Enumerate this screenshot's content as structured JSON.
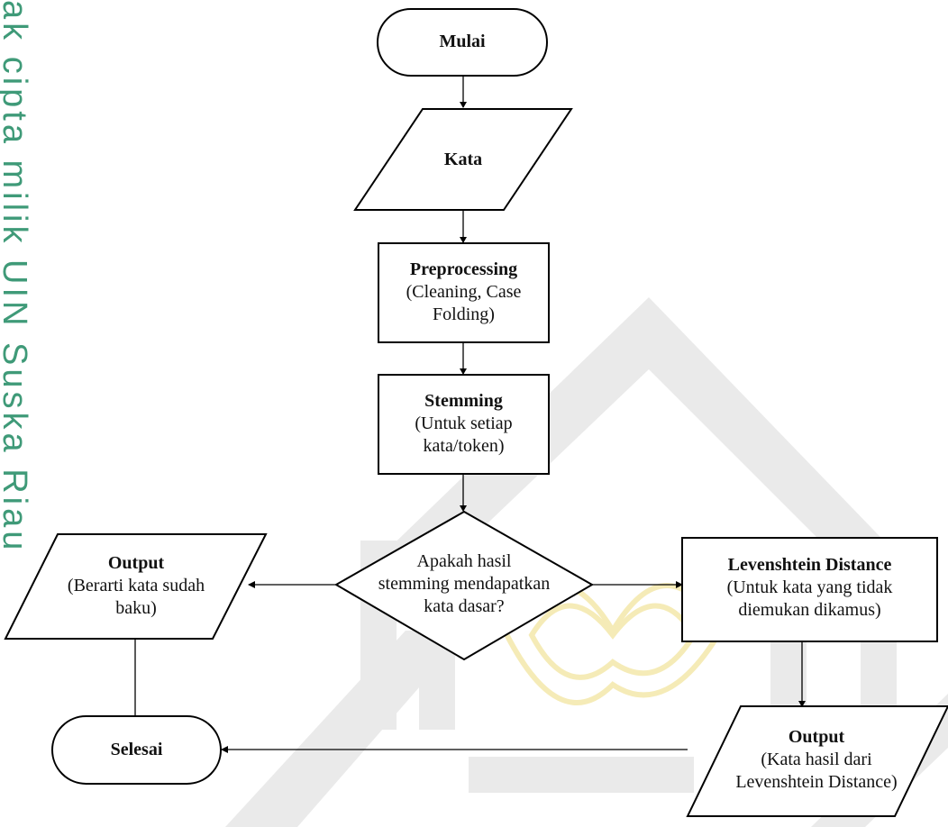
{
  "watermark": {
    "side_text": "ak cipta milik UIN Suska Riau"
  },
  "nodes": {
    "start": {
      "title": "Mulai"
    },
    "input": {
      "title": "Kata"
    },
    "preprocessing": {
      "title": "Preprocessing",
      "line1": "(Cleaning, Case",
      "line2": "Folding)"
    },
    "stemming": {
      "title": "Stemming",
      "line1": "(Untuk setiap",
      "line2": "kata/token)"
    },
    "decision": {
      "line1": "Apakah hasil",
      "line2": "stemming mendapatkan",
      "line3": "kata dasar?"
    },
    "output_left": {
      "title": "Output",
      "line1": "(Berarti kata sudah",
      "line2": "baku)"
    },
    "levenshtein": {
      "title": "Levenshtein Distance",
      "line1": "(Untuk kata yang tidak",
      "line2": "diemukan dikamus)"
    },
    "output_right": {
      "title": "Output",
      "line1": "(Kata hasil dari",
      "line2": "Levenshtein Distance)"
    },
    "end": {
      "title": "Selesai"
    }
  },
  "colors": {
    "stroke": "#000000",
    "watermark_green": "#3f9a78",
    "watermark_grey": "#d9d9d9",
    "watermark_gold": "#f2e6a8"
  }
}
